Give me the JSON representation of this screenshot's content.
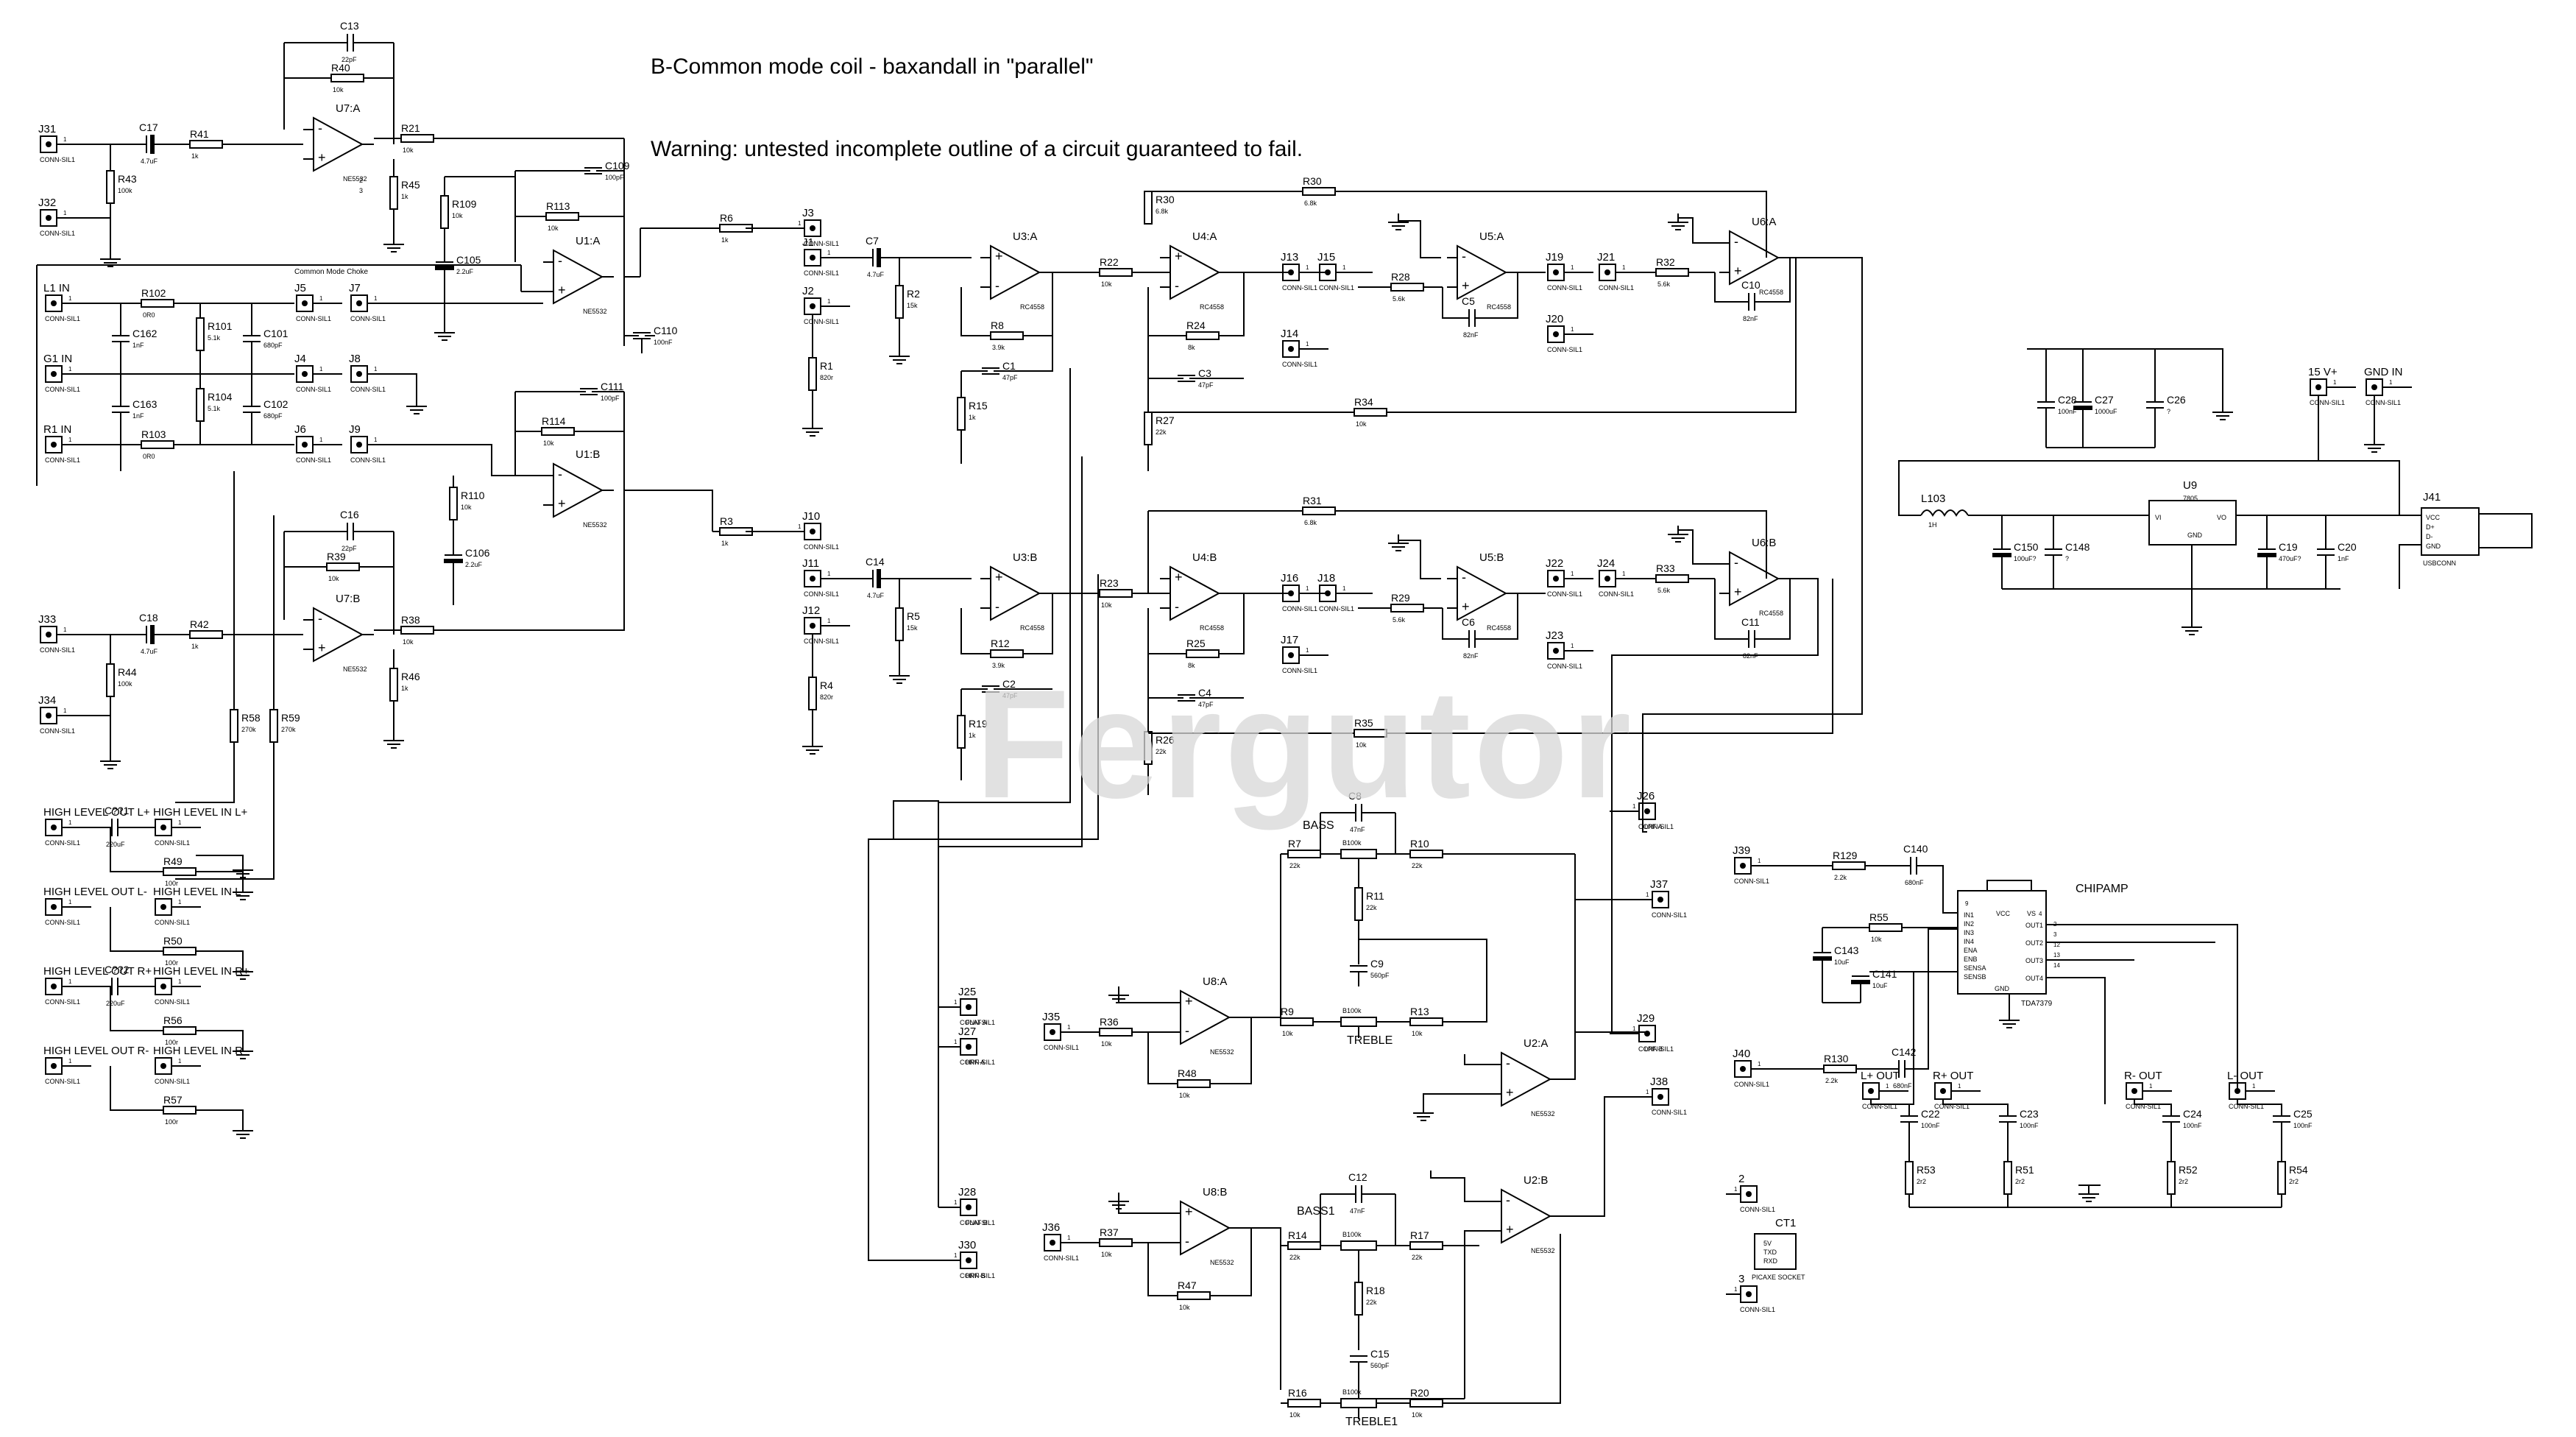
{
  "header": {
    "title": "B-Common mode coil - baxandall in \"parallel\"",
    "warning": "Warning: untested incomplete outline of a circuit guaranteed to fail.",
    "watermark": "Fergutor"
  },
  "colors": {
    "wire": "#000000",
    "background": "#ffffff",
    "watermark": "#d8d8d8"
  },
  "sub_labels": {
    "conn": "CONN-SIL1",
    "common_mode_choke": "Common Mode Choke"
  },
  "connectors": [
    {
      "ref": "J31"
    },
    {
      "ref": "J32"
    },
    {
      "ref": "J33"
    },
    {
      "ref": "J34"
    },
    {
      "ref": "L1 IN"
    },
    {
      "ref": "G1 IN"
    },
    {
      "ref": "R1 IN"
    },
    {
      "ref": "J5"
    },
    {
      "ref": "J7"
    },
    {
      "ref": "J4"
    },
    {
      "ref": "J8"
    },
    {
      "ref": "J6"
    },
    {
      "ref": "J9"
    },
    {
      "ref": "J3"
    },
    {
      "ref": "J1"
    },
    {
      "ref": "J2"
    },
    {
      "ref": "J10"
    },
    {
      "ref": "J11"
    },
    {
      "ref": "J12"
    },
    {
      "ref": "J13"
    },
    {
      "ref": "J15"
    },
    {
      "ref": "J14"
    },
    {
      "ref": "J19"
    },
    {
      "ref": "J21"
    },
    {
      "ref": "J20"
    },
    {
      "ref": "J16"
    },
    {
      "ref": "J18"
    },
    {
      "ref": "J17"
    },
    {
      "ref": "J22"
    },
    {
      "ref": "J24"
    },
    {
      "ref": "J23"
    },
    {
      "ref": "J25",
      "sub": "FLAT A"
    },
    {
      "ref": "J27",
      "sub": "HPF A"
    },
    {
      "ref": "J28",
      "sub": "FLAT B"
    },
    {
      "ref": "J30",
      "sub": "HPF B"
    },
    {
      "ref": "J26",
      "sub": "LPF A"
    },
    {
      "ref": "J29",
      "sub": "LPF B"
    },
    {
      "ref": "J37"
    },
    {
      "ref": "J38"
    },
    {
      "ref": "J35"
    },
    {
      "ref": "J36"
    },
    {
      "ref": "J39"
    },
    {
      "ref": "J40"
    },
    {
      "ref": "15 V+"
    },
    {
      "ref": "GND IN"
    },
    {
      "ref": "2"
    },
    {
      "ref": "3"
    },
    {
      "ref": "L+ OUT"
    },
    {
      "ref": "R+ OUT"
    },
    {
      "ref": "R- OUT"
    },
    {
      "ref": "L- OUT"
    },
    {
      "ref": "HIGH LEVEL OUT L+"
    },
    {
      "ref": "HIGH LEVEL IN L+"
    },
    {
      "ref": "HIGH LEVEL OUT L-"
    },
    {
      "ref": "HIGH LEVEL IN L-"
    },
    {
      "ref": "HIGH LEVEL OUT R+"
    },
    {
      "ref": "HIGH LEVEL IN R+"
    },
    {
      "ref": "HIGH LEVEL OUT R-"
    },
    {
      "ref": "HIGH LEVEL IN R-"
    }
  ],
  "resistors": [
    {
      "ref": "R40",
      "val": "10k"
    },
    {
      "ref": "R41",
      "val": "1k"
    },
    {
      "ref": "R43",
      "val": "100k"
    },
    {
      "ref": "R21",
      "val": "10k"
    },
    {
      "ref": "R45",
      "val": "1k"
    },
    {
      "ref": "R109",
      "val": "10k"
    },
    {
      "ref": "R113",
      "val": "10k"
    },
    {
      "ref": "R6",
      "val": "1k"
    },
    {
      "ref": "R102",
      "val": "0R0"
    },
    {
      "ref": "R101",
      "val": "5.1k"
    },
    {
      "ref": "R104",
      "val": "5.1k"
    },
    {
      "ref": "R103",
      "val": "0R0"
    },
    {
      "ref": "R110",
      "val": "10k"
    },
    {
      "ref": "R114",
      "val": "10k"
    },
    {
      "ref": "R3",
      "val": "1k"
    },
    {
      "ref": "R39",
      "val": "10k"
    },
    {
      "ref": "R42",
      "val": "1k"
    },
    {
      "ref": "R44",
      "val": "100k"
    },
    {
      "ref": "R38",
      "val": "10k"
    },
    {
      "ref": "R46",
      "val": "1k"
    },
    {
      "ref": "R58",
      "val": "270k"
    },
    {
      "ref": "R59",
      "val": "270k"
    },
    {
      "ref": "R49",
      "val": "100r"
    },
    {
      "ref": "R50",
      "val": "100r"
    },
    {
      "ref": "R56",
      "val": "100r"
    },
    {
      "ref": "R57",
      "val": "100r"
    },
    {
      "ref": "R2",
      "val": "15k"
    },
    {
      "ref": "R1",
      "val": "820r"
    },
    {
      "ref": "R5",
      "val": "15k"
    },
    {
      "ref": "R4",
      "val": "820r"
    },
    {
      "ref": "R8",
      "val": "3.9k"
    },
    {
      "ref": "R15",
      "val": "1k"
    },
    {
      "ref": "R22",
      "val": "10k"
    },
    {
      "ref": "R24",
      "val": "8k"
    },
    {
      "ref": "R27",
      "val": "22k"
    },
    {
      "ref": "R30",
      "val": "6.8k"
    },
    {
      "ref": "R28",
      "val": "5.6k"
    },
    {
      "ref": "R32",
      "val": "5.6k"
    },
    {
      "ref": "R34",
      "val": "10k"
    },
    {
      "ref": "R12",
      "val": "3.9k"
    },
    {
      "ref": "R19",
      "val": "1k"
    },
    {
      "ref": "R23",
      "val": "10k"
    },
    {
      "ref": "R25",
      "val": "8k"
    },
    {
      "ref": "R26",
      "val": "22k"
    },
    {
      "ref": "R31",
      "val": "6.8k"
    },
    {
      "ref": "R29",
      "val": "5.6k"
    },
    {
      "ref": "R33",
      "val": "5.6k"
    },
    {
      "ref": "R35",
      "val": "10k"
    },
    {
      "ref": "R7",
      "val": "22k"
    },
    {
      "ref": "R10",
      "val": "22k"
    },
    {
      "ref": "R11",
      "val": "22k"
    },
    {
      "ref": "R9",
      "val": "10k"
    },
    {
      "ref": "R13",
      "val": "10k"
    },
    {
      "ref": "R36",
      "val": "10k"
    },
    {
      "ref": "R48",
      "val": "10k"
    },
    {
      "ref": "R37",
      "val": "10k"
    },
    {
      "ref": "R47",
      "val": "10k"
    },
    {
      "ref": "R14",
      "val": "22k"
    },
    {
      "ref": "R17",
      "val": "22k"
    },
    {
      "ref": "R18",
      "val": "22k"
    },
    {
      "ref": "R16",
      "val": "10k"
    },
    {
      "ref": "R20",
      "val": "10k"
    },
    {
      "ref": "R129",
      "val": "2.2k"
    },
    {
      "ref": "R55",
      "val": "10k"
    },
    {
      "ref": "R130",
      "val": "2.2k"
    },
    {
      "ref": "R53",
      "val": "2r2"
    },
    {
      "ref": "R51",
      "val": "2r2"
    },
    {
      "ref": "R52",
      "val": "2r2"
    },
    {
      "ref": "R54",
      "val": "2r2"
    }
  ],
  "capacitors": [
    {
      "ref": "C13",
      "val": "22pF"
    },
    {
      "ref": "C17",
      "val": "4.7uF"
    },
    {
      "ref": "C109",
      "val": "100pF"
    },
    {
      "ref": "C105",
      "val": "2.2uF"
    },
    {
      "ref": "C110",
      "val": "100nF"
    },
    {
      "ref": "C162",
      "val": "1nF"
    },
    {
      "ref": "C101",
      "val": "680pF"
    },
    {
      "ref": "C163",
      "val": "1nF"
    },
    {
      "ref": "C102",
      "val": "680pF"
    },
    {
      "ref": "C111",
      "val": "100pF"
    },
    {
      "ref": "C106",
      "val": "2.2uF"
    },
    {
      "ref": "C16",
      "val": "22pF"
    },
    {
      "ref": "C18",
      "val": "4.7uF"
    },
    {
      "ref": "C7",
      "val": "4.7uF"
    },
    {
      "ref": "C14",
      "val": "4.7uF"
    },
    {
      "ref": "C1",
      "val": "47pF"
    },
    {
      "ref": "C2",
      "val": "47pF"
    },
    {
      "ref": "C3",
      "val": "47pF"
    },
    {
      "ref": "C4",
      "val": "47pF"
    },
    {
      "ref": "C5",
      "val": "82nF"
    },
    {
      "ref": "C6",
      "val": "82nF"
    },
    {
      "ref": "C10",
      "val": "82nF"
    },
    {
      "ref": "C11",
      "val": "82nF"
    },
    {
      "ref": "C8",
      "val": "47nF"
    },
    {
      "ref": "C9",
      "val": "560pF"
    },
    {
      "ref": "C12",
      "val": "47nF"
    },
    {
      "ref": "C15",
      "val": "560pF"
    },
    {
      "ref": "C28",
      "val": "100nF"
    },
    {
      "ref": "C27",
      "val": "1000uF"
    },
    {
      "ref": "C26",
      "val": "?"
    },
    {
      "ref": "C150",
      "val": "100uF?"
    },
    {
      "ref": "C148",
      "val": "?"
    },
    {
      "ref": "C19",
      "val": "470uF?"
    },
    {
      "ref": "C20",
      "val": "1nF"
    },
    {
      "ref": "C140",
      "val": "680nF"
    },
    {
      "ref": "C143",
      "val": "10uF"
    },
    {
      "ref": "C141",
      "val": "10uF"
    },
    {
      "ref": "C142",
      "val": "680nF"
    },
    {
      "ref": "C22",
      "val": "100nF"
    },
    {
      "ref": "C23",
      "val": "100nF"
    },
    {
      "ref": "C24",
      "val": "100nF"
    },
    {
      "ref": "C25",
      "val": "100nF"
    },
    {
      "ref": "C??1",
      "val": "220uF"
    },
    {
      "ref": "C??2",
      "val": "220uF"
    }
  ],
  "opamps": [
    {
      "ref": "U7:A",
      "part": "NE5532"
    },
    {
      "ref": "U7:B",
      "part": "NE5532"
    },
    {
      "ref": "U1:A",
      "part": "NE5532"
    },
    {
      "ref": "U1:B",
      "part": "NE5532"
    },
    {
      "ref": "U3:A",
      "part": "RC4558"
    },
    {
      "ref": "U3:B",
      "part": "RC4558"
    },
    {
      "ref": "U4:A",
      "part": "RC4558"
    },
    {
      "ref": "U4:B",
      "part": "RC4558"
    },
    {
      "ref": "U5:A",
      "part": "RC4558"
    },
    {
      "ref": "U5:B",
      "part": "RC4558"
    },
    {
      "ref": "U6:A",
      "part": "RC4558"
    },
    {
      "ref": "U6:B",
      "part": "RC4558"
    },
    {
      "ref": "U8:A",
      "part": "NE5532"
    },
    {
      "ref": "U8:B",
      "part": "NE5532"
    },
    {
      "ref": "U2:A",
      "part": "NE5532"
    },
    {
      "ref": "U2:B",
      "part": "NE5532"
    }
  ],
  "pots": [
    {
      "ref": "BASS",
      "val": "B100k"
    },
    {
      "ref": "TREBLE",
      "val": "B100k"
    },
    {
      "ref": "BASS1",
      "val": "B100k"
    },
    {
      "ref": "TREBLE1",
      "val": "B100k"
    }
  ],
  "power": {
    "inductor": {
      "ref": "L103",
      "val": "1H"
    },
    "regulator": {
      "ref": "U9",
      "part": "7805",
      "pins": [
        "VI",
        "GND",
        "VO"
      ]
    },
    "usb": {
      "ref": "J41",
      "part": "USBCONN",
      "pins": [
        "VCC",
        "D+",
        "D-",
        "GND"
      ]
    }
  },
  "chipamp": {
    "ref": "CHIPAMP",
    "part": "TDA7379",
    "left_pins": [
      "IN1",
      "IN2",
      "IN3",
      "IN4",
      "ENA",
      "ENB",
      "SENSA",
      "SENSB"
    ],
    "right_pins": [
      "OUT1",
      "OUT2",
      "OUT3",
      "OUT4"
    ],
    "top_pins": [
      "VCC",
      "VS"
    ],
    "bottom_pin": "GND",
    "pin_numbers": [
      "9",
      "4",
      "2",
      "3",
      "12",
      "13",
      "14"
    ]
  },
  "ct1": {
    "ref": "CT1",
    "pins": [
      "5V",
      "TXD",
      "RXD"
    ],
    "sub": "PICAXE SOCKET"
  }
}
